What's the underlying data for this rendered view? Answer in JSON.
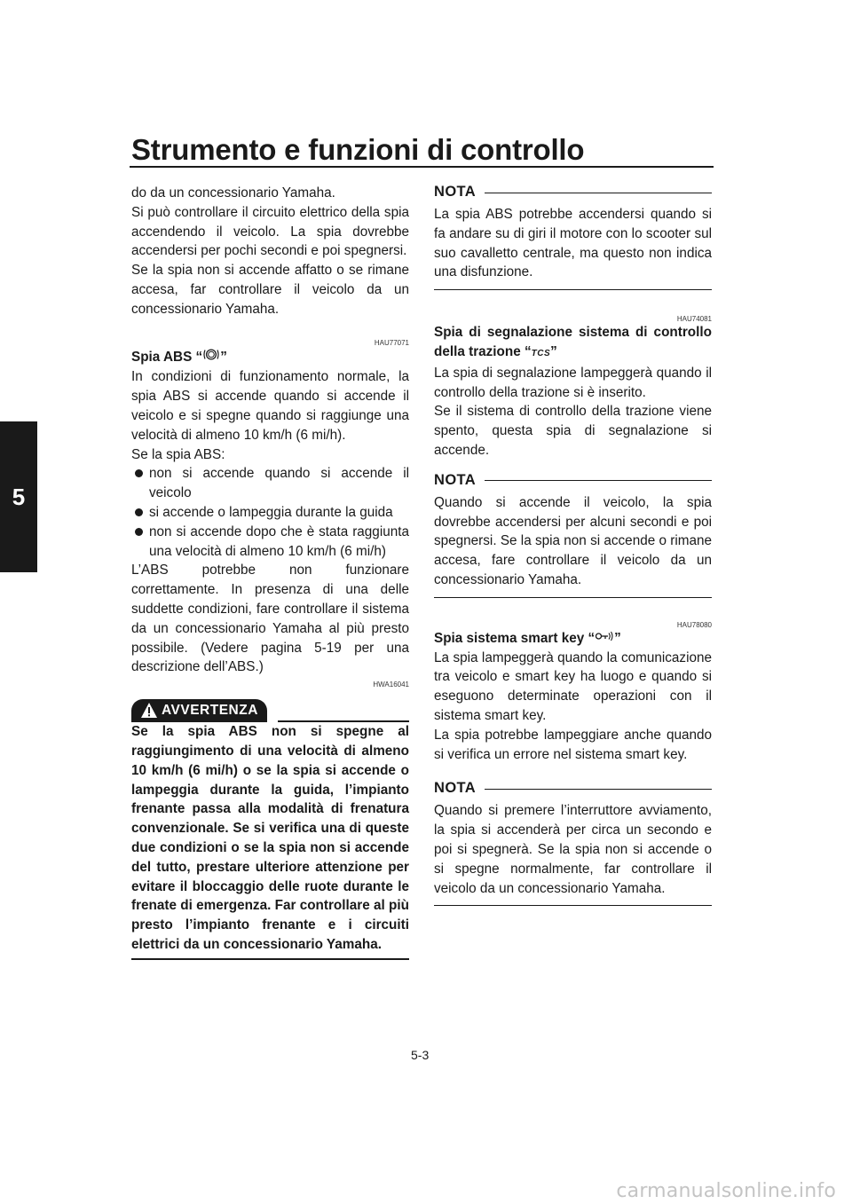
{
  "header": {
    "title": "Strumento e funzioni di controllo"
  },
  "chapter_tab": "5",
  "left_column": {
    "intro": [
      "do da un concessionario Yamaha.",
      "Si può controllare il circuito elettrico della spia accendendo il veicolo. La spia dovrebbe accendersi per pochi secondi e poi spegnersi.",
      "Se la spia non si accende affatto o se rimane accesa, far controllare il veicolo da un concessionario Yamaha."
    ],
    "abs_section": {
      "code": "HAU77071",
      "heading_prefix": "Spia ABS “",
      "heading_suffix": "”",
      "icon": "abs-warning-icon",
      "paragraph1": "In condizioni di funzionamento normale, la spia ABS si accende quando si accende il veicolo e si spegne quando si raggiunge una velocità di almeno 10 km/h (6 mi/h).",
      "list_intro": "Se la spia ABS:",
      "bullets": [
        "non si accende quando si accende il veicolo",
        "si accende o lampeggia durante la guida",
        "non si accende dopo che è stata raggiunta una velocità di almeno 10 km/h (6 mi/h)"
      ],
      "paragraph2": "L’ABS potrebbe non funzionare correttamente. In presenza di una delle suddette condizioni, fare controllare il sistema da un concessionario Yamaha al più presto possibile. (Vedere pagina 5-19 per una descrizione dell’ABS.)"
    },
    "warning": {
      "code": "HWA16041",
      "label": "AVVERTENZA",
      "icon": "warning-triangle-icon",
      "text": "Se la spia ABS non si spegne al raggiungimento di una velocità di almeno 10 km/h (6 mi/h) o se la spia si accende o lampeggia durante la guida, l’impianto frenante passa alla modalità di frenatura convenzionale. Se si verifica una di queste due condizioni o se la spia non si accende del tutto, prestare ulteriore attenzione per evitare il bloccaggio delle ruote durante le frenate di emergenza. Far controllare al più presto l’impianto frenante e i circuiti elettrici da un concessionario Yamaha."
    }
  },
  "right_column": {
    "note1": {
      "label": "NOTA",
      "text": "La spia ABS potrebbe accendersi quando si fa andare su di giri il motore con lo scooter sul suo cavalletto centrale, ma questo non indica una disfunzione."
    },
    "tcs_section": {
      "code": "HAU74081",
      "heading_prefix": "Spia di segnalazione sistema di controllo della trazione “",
      "heading_suffix": "”",
      "icon_text": "TCS",
      "icon": "tcs-icon",
      "paragraph1": "La spia di segnalazione lampeggerà quando il controllo della trazione si è inserito.",
      "paragraph2": "Se il sistema di controllo della trazione viene spento, questa spia di segnalazione si accende."
    },
    "note2": {
      "label": "NOTA",
      "text": "Quando si accende il veicolo, la spia dovrebbe accendersi per alcuni secondi e poi spegnersi. Se la spia non si accende o rimane accesa, fare controllare il veicolo da un concessionario Yamaha."
    },
    "smartkey_section": {
      "code": "HAU78080",
      "heading_prefix": "Spia sistema smart key “",
      "heading_suffix": "”",
      "icon": "smart-key-icon",
      "paragraph1": "La spia lampeggerà quando la comunicazione tra veicolo e smart key ha luogo e quando si eseguono determinate operazioni con il sistema smart key.",
      "paragraph2": "La spia potrebbe lampeggiare anche quando si verifica un errore nel sistema smart key."
    },
    "note3": {
      "label": "NOTA",
      "text": "Quando si premere l’interruttore avviamento, la spia si accenderà per circa un secondo e poi si spegnerà. Se la spia non si accende o si spegne normalmente, far controllare il veicolo da un concessionario Yamaha."
    }
  },
  "footer": {
    "page_number": "5-3",
    "watermark": "carmanualsonline.info"
  }
}
